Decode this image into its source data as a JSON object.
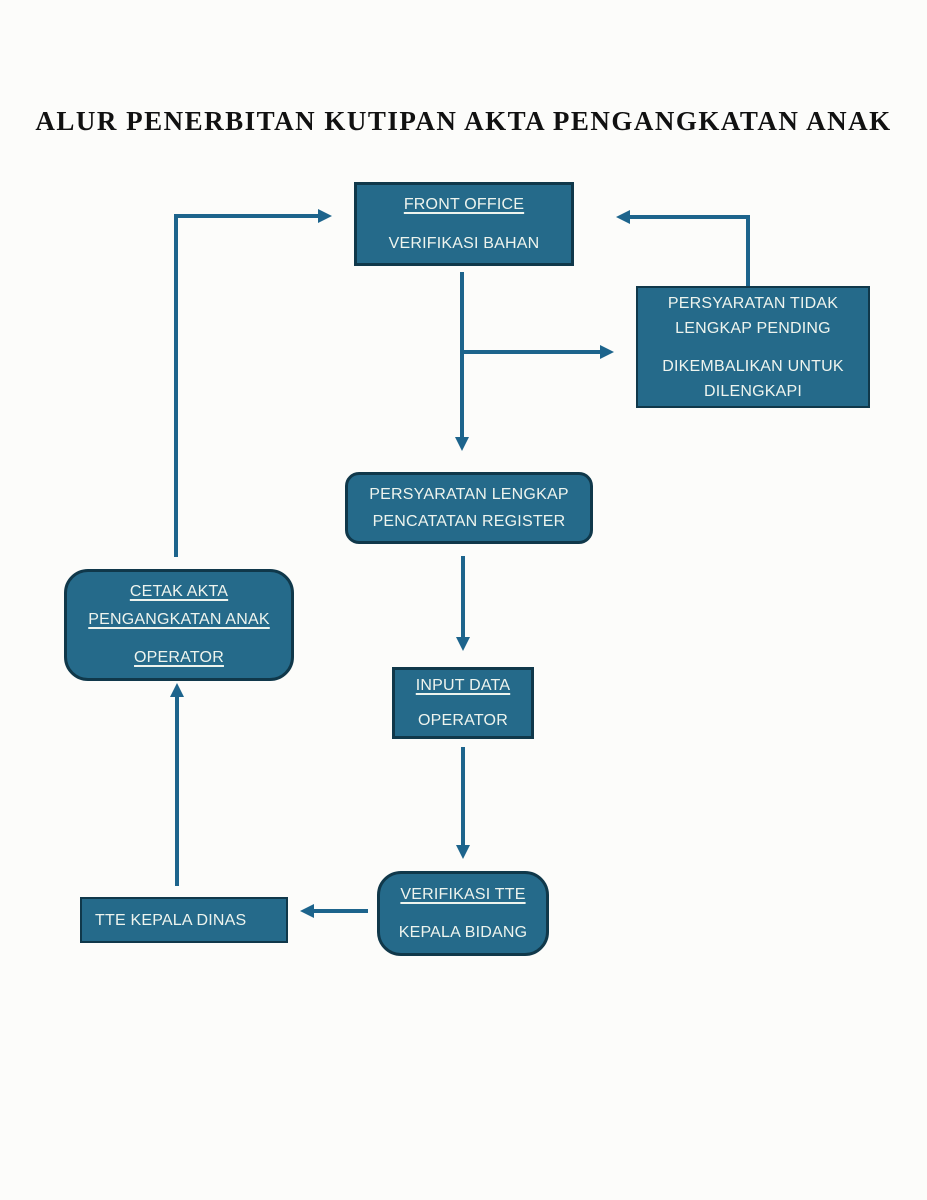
{
  "title": "ALUR PENERBITAN KUTIPAN AKTA PENGANGKATAN ANAK",
  "colors": {
    "box_fill": "#256a8a",
    "box_border": "#10384a",
    "arrow": "#1d648c",
    "box_text": "#eef4ee",
    "bg": "#fcfcfa",
    "title_color": "#111111"
  },
  "nodes": {
    "front_office": {
      "line1": "FRONT OFFICE",
      "line2": "VERIFIKASI BAHAN"
    },
    "pending": {
      "line1": "PERSYARATAN TIDAK",
      "line2": "LENGKAP PENDING",
      "line3": "DIKEMBALIKAN UNTUK",
      "line4": "DILENGKAPI"
    },
    "register": {
      "line1": "PERSYARATAN LENGKAP",
      "line2": "PENCATATAN REGISTER"
    },
    "cetak": {
      "line1": "CETAK AKTA",
      "line2": "PENGANGKATAN ANAK",
      "line3": "OPERATOR"
    },
    "input": {
      "line1": "INPUT DATA",
      "line2": "OPERATOR"
    },
    "verifikasi": {
      "line1": "VERIFIKASI TTE",
      "line2": "KEPALA BIDANG"
    },
    "tte_dinas": {
      "line1": "TTE KEPALA DINAS"
    }
  },
  "edges": [
    {
      "from": "front_office",
      "to": "pending",
      "note": "branch right"
    },
    {
      "from": "pending",
      "to": "front_office",
      "note": "loop back up-left"
    },
    {
      "from": "front_office",
      "to": "register",
      "note": "down"
    },
    {
      "from": "register",
      "to": "input",
      "note": "down"
    },
    {
      "from": "input",
      "to": "verifikasi",
      "note": "down"
    },
    {
      "from": "verifikasi",
      "to": "tte_dinas",
      "note": "left"
    },
    {
      "from": "tte_dinas",
      "to": "cetak",
      "note": "up"
    },
    {
      "from": "cetak",
      "to": "front_office",
      "note": "loop up-right"
    }
  ]
}
